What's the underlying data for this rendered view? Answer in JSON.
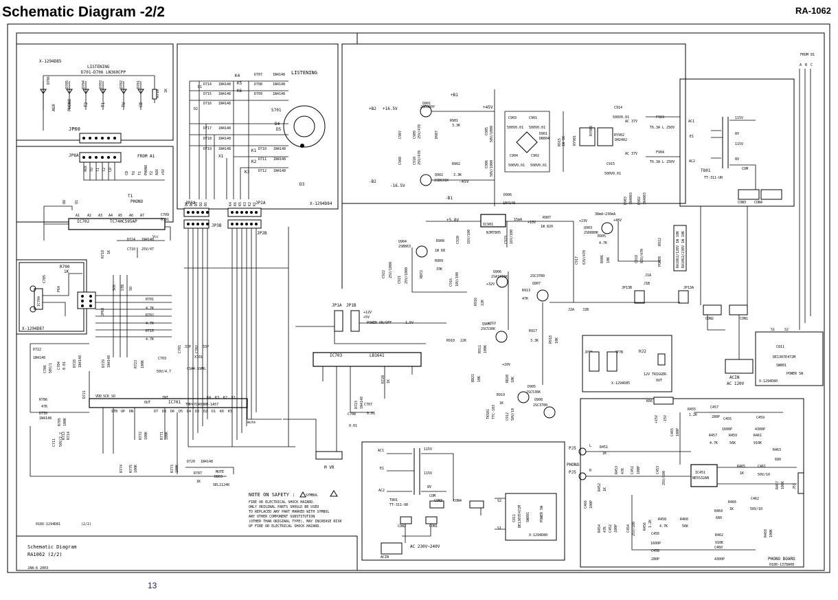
{
  "page": {
    "title": "Schematic Diagram -2/2",
    "model": "RA-1062",
    "page_number": "13"
  },
  "footer": {
    "line1": "Schematic Diagram",
    "line2": "RA1062 (2/2)",
    "date": "JAN-6 2003",
    "board_part": "018X-1294D81",
    "board_page": "(2/2)"
  },
  "safety_note": {
    "heading": "NOTE ON SAFETY :",
    "symbol": "SYMBOL",
    "lines": [
      "FIRE OR ELECTRICAL SHOCK HAZARD.",
      "ONLY ORIGINAL PARTS SHOULD BE USED",
      "TO REPLACED ANY PART MARKED WITH SYMBOL",
      "ANY OTHER COMPONENT SUBSTITUTION",
      "(OTHER THAN ORIGINAL TYPE), MAY INCREASE RISK",
      "OF FIRE OR ELECTRICAL SHOCK HAZARD."
    ]
  },
  "listening_board": {
    "label": "X-1294D85",
    "title": "LISTENING",
    "subtitle": "D701-D706  LN360CPP",
    "leds": [
      "D706",
      "D705",
      "D704",
      "D703",
      "D702",
      "D701"
    ],
    "led_labels": [
      "AUX",
      "PHONO",
      "T2",
      "T1",
      "TU",
      "CD"
    ],
    "resistor": "R710",
    "resistor_value": "1K",
    "connector": "JP60"
  },
  "ir_board": {
    "label": "X-1294D87",
    "ic": "IC704",
    "resistor": "R700",
    "resistor_value": "1K",
    "cap": "C705",
    "connectors": [
      "P6A",
      "JP6B"
    ]
  },
  "main_left": {
    "connector_jp8a": "JP8A",
    "from_label": "FROM A1",
    "input_labels": [
      "CD",
      "TU",
      "T1",
      "PHONO",
      "T2",
      "AUX",
      "+5V"
    ],
    "jp8a_side": [
      "AUX",
      "TU",
      "T1",
      "T2",
      "CD"
    ],
    "ic702": "IC702",
    "ic702_part": "TC74HC595AP",
    "ic702_pins_top": [
      "QU",
      "Q1",
      "A1",
      "A2",
      "A3",
      "A4",
      "A5",
      "A6",
      "A7"
    ],
    "ic702_vcc": "Vcc",
    "t1_label": "T1",
    "phono_label": "PHONO",
    "c709": "C709",
    "c709_val": "0.01",
    "d724": "D724",
    "d724_val": "1N4148",
    "c710": "C710",
    "c710_val": "25V/47",
    "r718": "R718",
    "r718_val": "1K",
    "r701": "R701",
    "r701_val": "4.7K",
    "r702": "R702",
    "r702_val": "4.7K",
    "r715": "R715",
    "r715_val": "4.7K",
    "sck": "SCK",
    "stb": "STB",
    "so": "SO",
    "c701": "C701",
    "c701_val": "33P",
    "c702": "C702",
    "c702_val": "33P",
    "c703": "C703",
    "c703_val": "50V/4.7",
    "x701": "X701",
    "x701_val": "CSA4.19MG",
    "r723": "R723",
    "r723_val": "100K",
    "d722": "D722",
    "d722_val": "1N4148",
    "c706": "C706",
    "c706_val": "50V/1",
    "c704": "C704",
    "c704_val": "0.01",
    "r786": "R786",
    "r786_val": "47K",
    "d730": "D730",
    "d730_val": "1N4148",
    "r785": "R785",
    "r785_val": "100K",
    "c711": "C711",
    "c711_val": "50V/2.2",
    "ic701": "IC701",
    "ic701_part": "TMP47C400RN-1A57",
    "ic701_top": [
      "VDD",
      "SCK",
      "SO",
      "OUT",
      "INT",
      "K4",
      "K3",
      "K2",
      "K1"
    ],
    "ic701_bottom": [
      "STB",
      "UP",
      "DN",
      "D7",
      "D8",
      "D6",
      "D5",
      "D4",
      "D3",
      "D2",
      "D1",
      "K6",
      "K5"
    ],
    "mute_label": "mute",
    "r774": "R774",
    "r775": "R775",
    "r772": "R772",
    "r773": "R773",
    "r771": "R771",
    "r713": "R713",
    "r714": "R714",
    "r700k": "100K",
    "d720": "D720",
    "d720_val": "1N4148",
    "r787": "R787",
    "r787_val": "1K",
    "d803": "D803",
    "d803_label": "MUTE",
    "d803_val": "SEL1124R",
    "d728": "D728",
    "d729": "D729",
    "d721": "D721",
    "d1n": "1N4148"
  },
  "listening_switch": {
    "title": "LISTENING",
    "switch": "S701",
    "board": "X-1294D84",
    "diodes": [
      "D714",
      "D715",
      "D716",
      "D717",
      "D718",
      "D719",
      "D707",
      "D708",
      "D709",
      "D710",
      "D711",
      "D712"
    ],
    "diode_val": "1N4148",
    "d4": "D4",
    "d5": "D5",
    "d3": "D3",
    "k4": "K4",
    "k5": "K5",
    "k6": "K6",
    "k1": "K1",
    "k2": "K2",
    "k3": "K3",
    "x1": "X1",
    "d1": "D1",
    "d2": "D2",
    "jp3a": "JP3A",
    "jp3b": "JP3B",
    "jp2a": "JP2A",
    "jp2b": "JP2B",
    "jp3a_pins": [
      "D4",
      "D5",
      "D3",
      "D2",
      "D1"
    ],
    "jp2a_pins": [
      "K4",
      "K6",
      "K5",
      "K3",
      "K2",
      "K1"
    ]
  },
  "power_section": {
    "p82": "+B2",
    "p82_val": "+16.5V",
    "q901": "Q901",
    "q901_part": "2SD880Y",
    "r901": "R901",
    "r901_val": "3.3K",
    "c907": "C907",
    "c909": "C909",
    "c909_val": "25V/470",
    "c908": "C908",
    "c910": "C910",
    "c910_val": "25V/470",
    "c905": "C905",
    "c905_val": "50V/1000",
    "c906": "C906",
    "c906_val": "50V/1000",
    "d907": "D907",
    "r902": "R902",
    "r902_val": "3.3K",
    "q902": "Q902",
    "q902_part": "2SB631K",
    "m82": "-B2",
    "m82_val": "-16.5V",
    "p45": "+45V",
    "m45": "-45V",
    "b1": "+B1",
    "mb1": "-B1",
    "c903": "C903",
    "c903_val": "500V0.01",
    "c901": "C901",
    "c901_val": "500V0.01",
    "c904": "C904",
    "c904_val": "500V0.01",
    "c902": "C902",
    "c902_val": "500V0.01",
    "d901": "D901",
    "d901_val": "DB804",
    "r915": "R915",
    "r915_val": "1W 5K",
    "c914": "C914",
    "c914_val": "500V0.01",
    "c915": "C915",
    "c915_val": "500V0.01",
    "ry901": "RY901",
    "ry902": "RY902",
    "ry902_val": "DH2402",
    "ry903": "RY903",
    "ac37_1": "AC 37V",
    "ac37_2": "AC 37V",
    "f903": "F903",
    "f903_val": "T6.3A L 250V",
    "f904": "F904",
    "f904_val": "T6.3A L 250V",
    "d906": "D906",
    "d906_val": "1N4148",
    "ic901": "IC901",
    "ic901_part": "NJM7805",
    "p58": "+5.8V",
    "ma15": "15mA",
    "p10": "+10V",
    "r907": "R907",
    "r907_val": "1W 820",
    "c920": "C920",
    "c920_val": "16V/100",
    "c919": "C919",
    "c919_val": "16V/100",
    "p23": "+23V",
    "ma38": "38mA~230mA",
    "p46": "+46V",
    "q903": "Q903",
    "q903_part": "2SD880K",
    "r905": "R905",
    "r905_val": "4.7K",
    "c917": "C917",
    "c917_val": "63V/470",
    "r906": "R906",
    "r906_val": "10K",
    "c918": "C918",
    "c918_val": "63V/470",
    "r912": "R912",
    "power_label": "POWER",
    "r912_tbl": [
      "RA1062/120V 1W 10K",
      "RA1062/230V 1W 10K"
    ],
    "d904": "Q904",
    "d904_part": "2SB863",
    "r908": "R908",
    "r908_val": "1W 68",
    "r909": "R909",
    "r909_val": "33K",
    "c922": "C922",
    "c922_val": "25V/1000",
    "c921": "C921",
    "c921_val": "25V/1000",
    "rd72": "RD72",
    "c916": "C916",
    "c916_val": "10V/100",
    "q906": "Q906",
    "q906_part": "2SA1015K",
    "p32": "+32V",
    "r916": "R916",
    "r916_val": "22K",
    "r913": "R913",
    "r913_val": "47K",
    "q907": "Q907",
    "q907_part": "2SC3780",
    "j2a": "J2A",
    "j2b": "J2B",
    "jp13b": "JP13B",
    "jp13a": "JP13A",
    "j1a": "J1A",
    "j1b": "J1B",
    "d903": "D903",
    "d902": "D902",
    "d9xx_val": "1N4003",
    "p31": "+31V",
    "q905": "Q905",
    "q905_part": "2SC536K",
    "r917": "R917",
    "r917_val": "3.3K",
    "r918": "R918",
    "r918_val": "10K",
    "r910": "R910",
    "r910_val": "22K",
    "r911": "R911",
    "r911_val": "100K",
    "p10b": "+10V",
    "rd21": "RD21",
    "rd21_val": "10K",
    "rd20": "RD20",
    "rd20_val": "10K",
    "d905": "D905",
    "d905_part": "2SC536K",
    "q908": "Q908",
    "q908_part": "2SC3780",
    "r919": "R919",
    "r919_val": "1K",
    "tk501": "TK501",
    "tk501_val": "TTC-103",
    "c912": "C912",
    "c912_val": "50V/10"
  },
  "trigger": {
    "jp1a": "JP1A",
    "jp1b": "JP1B",
    "p12": "+12V",
    "p5": "+5V",
    "power_onoff": "POWER ON/OFF",
    "v15": "1.5V",
    "ic703": "IC703",
    "ic703_part": "LB1641",
    "d723": "D723",
    "d723_val": "1N4148",
    "r720": "R720",
    "r720_val": "1K",
    "c707": "C707",
    "c707_val": "0.01",
    "c708": "C708",
    "c708_val": "0.01",
    "motor_label": "M VR",
    "jp7a": "JP7A",
    "jp7b": "JP7B",
    "hj2": "HJ2",
    "trig_label": "12V TRIGGER",
    "trig_out": "OUT",
    "board": "X-1294D85"
  },
  "transformer": {
    "from_label": "FROM 81",
    "abc": [
      "A",
      "B",
      "C"
    ],
    "ac1": "AC1",
    "e1": "E1",
    "ac2": "AC2",
    "v115a": "115V",
    "v115b": "115V",
    "v8": "8V",
    "v8b": "8V",
    "t801": "T801",
    "t801_part": "TT-311-UR",
    "com": "COM",
    "con3": "CON3",
    "con4": "CON4",
    "con2": "CON2",
    "con1": "CON1",
    "acin": "ACIN",
    "acin_val": "AC 120V",
    "s1": "S1",
    "s2": "S2",
    "c811": "C811",
    "c811_val": "DE1307E472M",
    "sw801": "SW801",
    "sw801_label": "POWER SW",
    "board": "X-1294D80"
  },
  "transformer_230": {
    "ac1": "AC1",
    "e1": "E1",
    "ac2": "AC2",
    "v115a": "115V",
    "v115b": "115V",
    "v8": "8V",
    "com": "COM",
    "t801": "T801",
    "t801_part": "TT-311-UR",
    "con3": "CON3",
    "con4": "CON4",
    "con2": "CON2",
    "con1": "CON1",
    "acin": "ACIN",
    "acin_val": "AC 230V~240V",
    "s1": "S1",
    "s2": "S2",
    "c811": "C811",
    "c811_val": "DE1307E472M",
    "sw801": "SW801",
    "sw801_label": "POWER SW",
    "board": "X-1294D80"
  },
  "phono_board": {
    "title": "PHONO BOARD",
    "part": "0180-1378A08",
    "k66": "K66",
    "pj5": "PJ5",
    "pj5_l": "L",
    "pj5_r": "R",
    "phono": "PHONO",
    "ic451": "IC451",
    "ic451_part": "NE5532AN",
    "parts": [
      {
        "n": "R455",
        "v": "1.2K"
      },
      {
        "n": "C457",
        "v": "280P"
      },
      {
        "n": "C459",
        "v": "4300P"
      },
      {
        "n": "C455",
        "v": "1600P"
      },
      {
        "n": "R457",
        "v": "4.7K"
      },
      {
        "n": "R459",
        "v": "56K"
      },
      {
        "n": "R461",
        "v": "910K"
      },
      {
        "n": "R463",
        "v": "680"
      },
      {
        "n": "R451",
        "v": "1K"
      },
      {
        "n": "R453",
        "v": "47K"
      },
      {
        "n": "C451",
        "v": "100P"
      },
      {
        "n": "C453",
        "v": "25V/100"
      },
      {
        "n": "R465",
        "v": "1K"
      },
      {
        "n": "C461",
        "v": "50V/10"
      },
      {
        "n": "R467",
        "v": "100K"
      },
      {
        "n": "R452",
        "v": "1K"
      },
      {
        "n": "R454",
        "v": "47K"
      },
      {
        "n": "C452",
        "v": "100P"
      },
      {
        "n": "C454",
        "v": "25V/100"
      },
      {
        "n": "R458",
        "v": "4.7K"
      },
      {
        "n": "R460",
        "v": "56K"
      },
      {
        "n": "C456",
        "v": "1600P"
      },
      {
        "n": "R462",
        "v": "910K"
      },
      {
        "n": "R464",
        "v": "680"
      },
      {
        "n": "R466",
        "v": "1K"
      },
      {
        "n": "C462",
        "v": "50V/10"
      },
      {
        "n": "R468",
        "v": "100K"
      },
      {
        "n": "C458",
        "v": "280P"
      },
      {
        "n": "C460",
        "v": "4300P"
      },
      {
        "n": "R456",
        "v": "1.2K"
      },
      {
        "n": "C465",
        "v": "100P"
      },
      {
        "n": "C466",
        "v": "100P"
      }
    ],
    "p15": "+15V",
    "m15": "-15V",
    "js": "J51"
  }
}
